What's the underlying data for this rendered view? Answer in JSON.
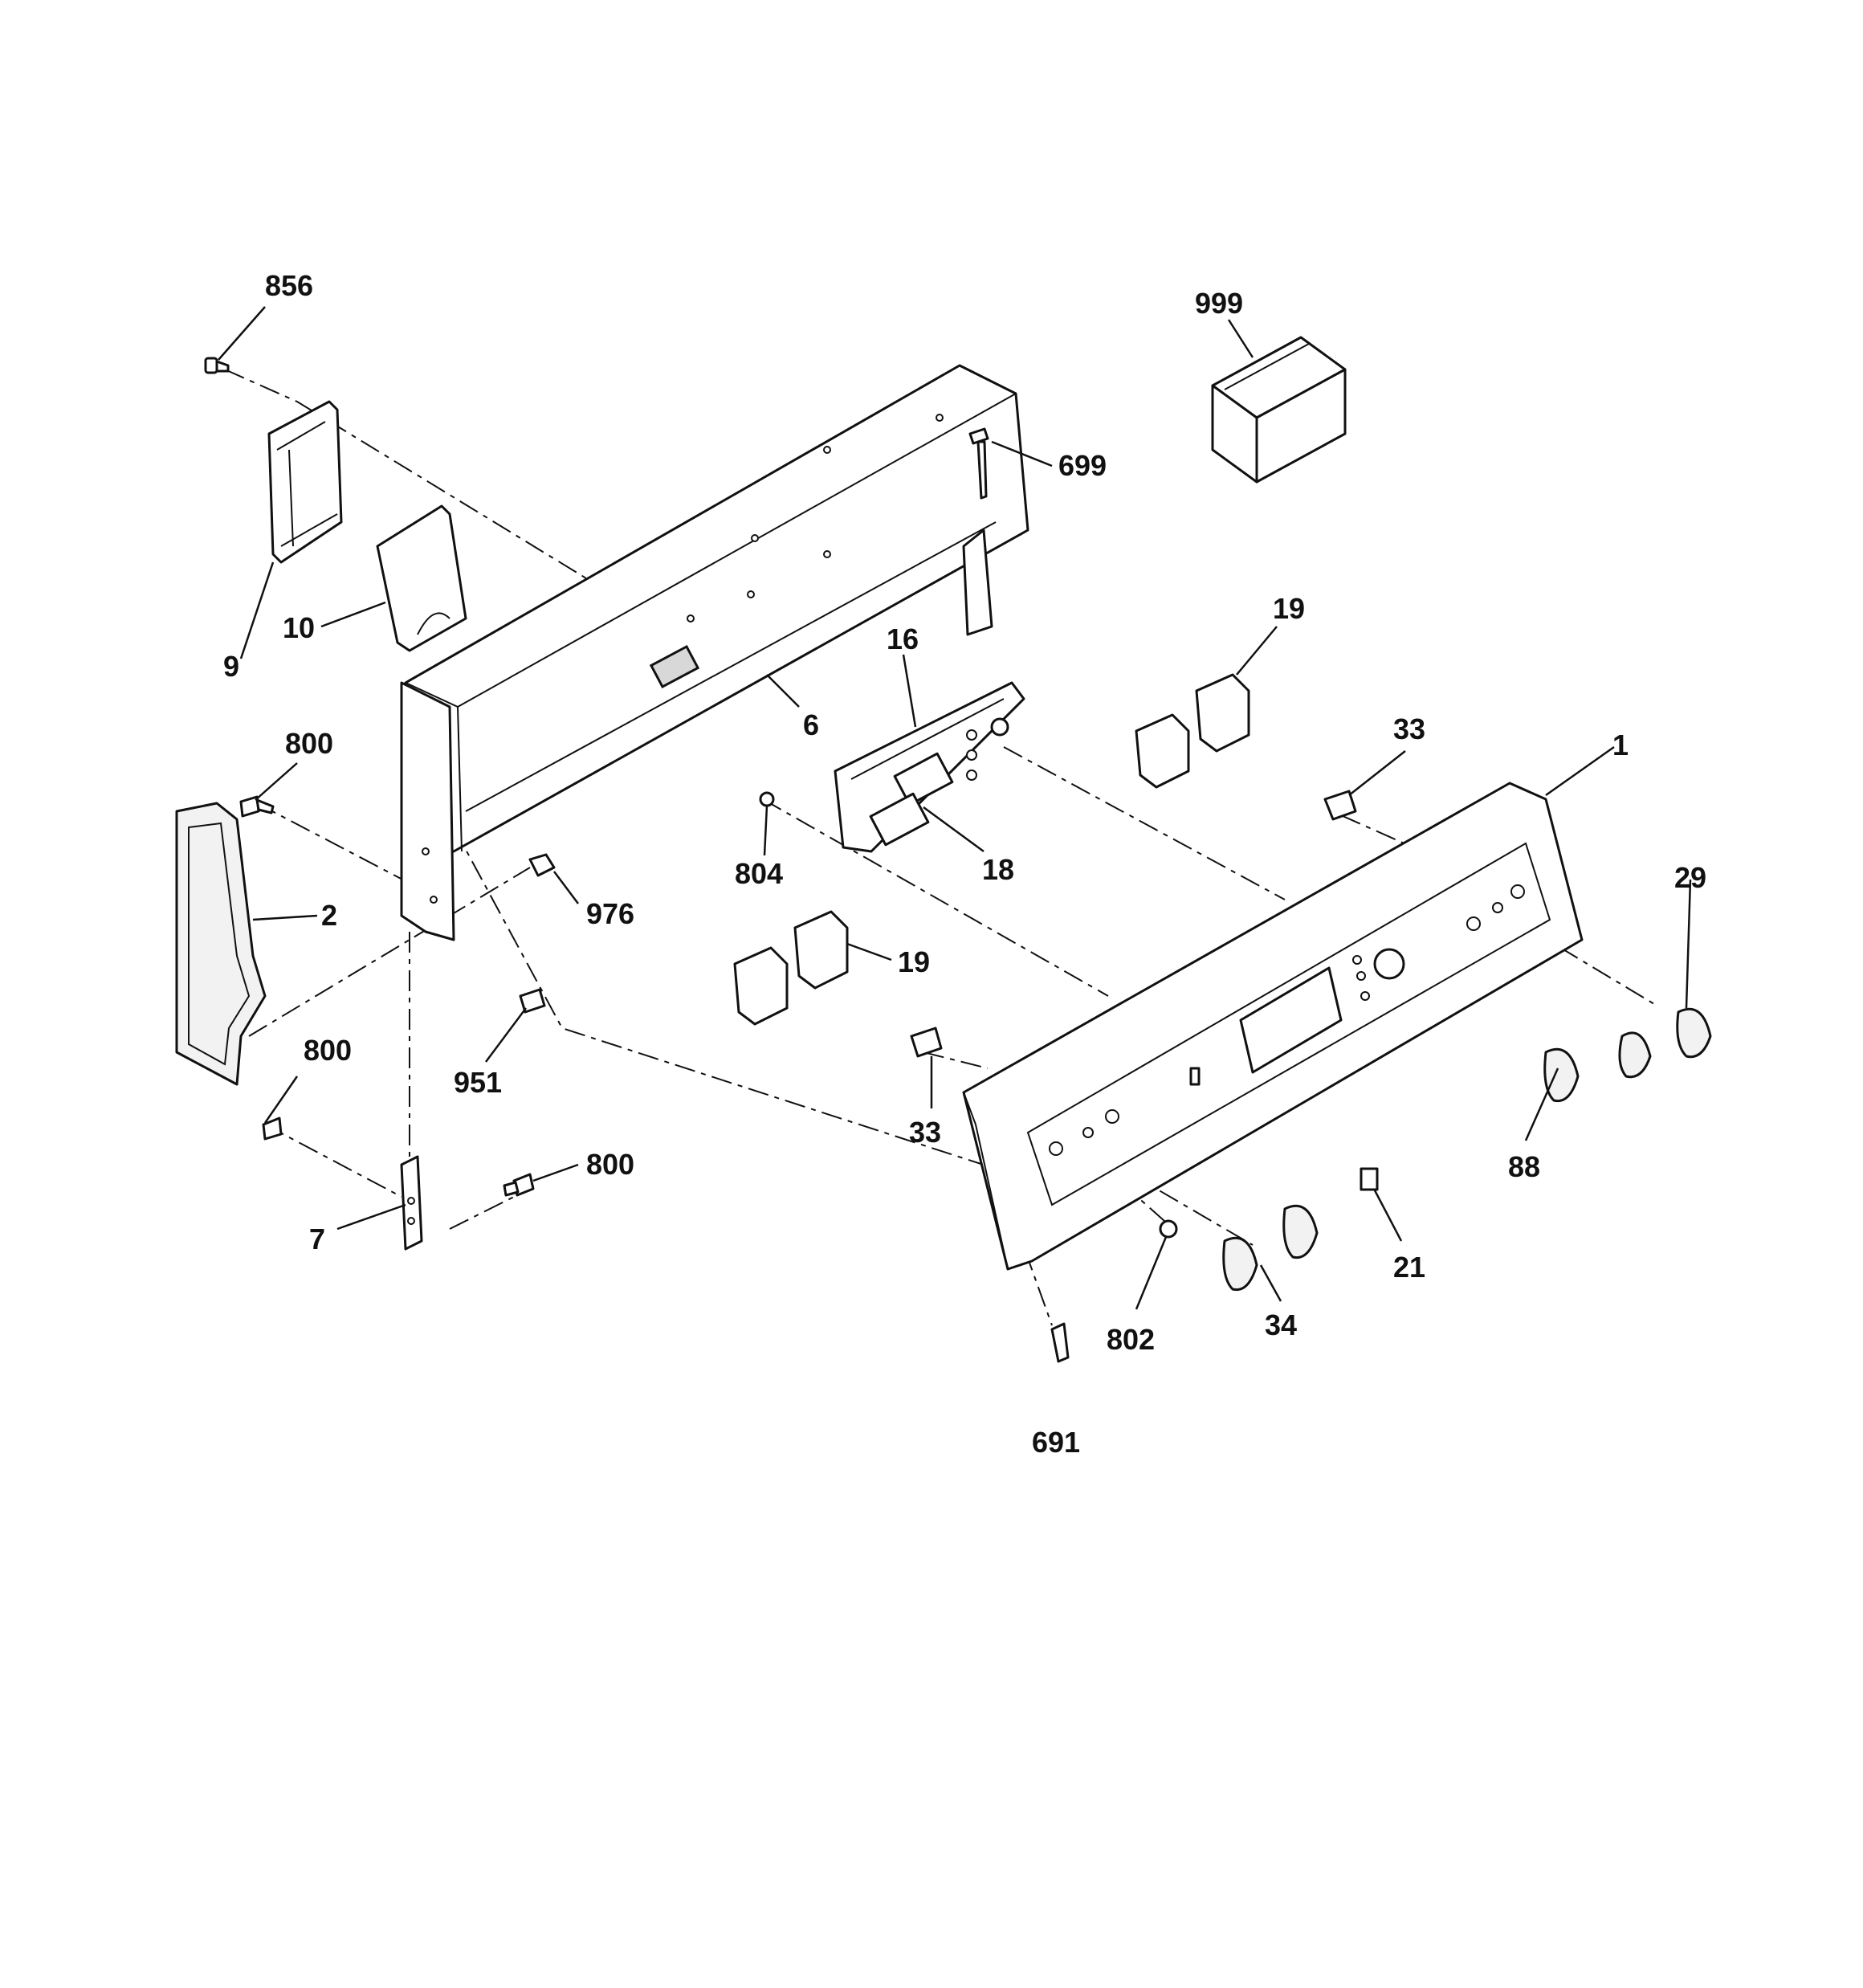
{
  "diagram": {
    "callouts": [
      {
        "id": "c856",
        "text": "856"
      },
      {
        "id": "c9",
        "text": "9"
      },
      {
        "id": "c10",
        "text": "10"
      },
      {
        "id": "c800a",
        "text": "800"
      },
      {
        "id": "c2",
        "text": "2"
      },
      {
        "id": "c800b",
        "text": "800"
      },
      {
        "id": "c7",
        "text": "7"
      },
      {
        "id": "c800c",
        "text": "800"
      },
      {
        "id": "c951",
        "text": "951"
      },
      {
        "id": "c976",
        "text": "976"
      },
      {
        "id": "c6",
        "text": "6"
      },
      {
        "id": "c699",
        "text": "699"
      },
      {
        "id": "c999",
        "text": "999"
      },
      {
        "id": "c16",
        "text": "16"
      },
      {
        "id": "c18",
        "text": "18"
      },
      {
        "id": "c804",
        "text": "804"
      },
      {
        "id": "c19a",
        "text": "19"
      },
      {
        "id": "c19b",
        "text": "19"
      },
      {
        "id": "c33a",
        "text": "33"
      },
      {
        "id": "c33b",
        "text": "33"
      },
      {
        "id": "c1",
        "text": "1"
      },
      {
        "id": "c29",
        "text": "29"
      },
      {
        "id": "c88",
        "text": "88"
      },
      {
        "id": "c21",
        "text": "21"
      },
      {
        "id": "c34",
        "text": "34"
      },
      {
        "id": "c802",
        "text": "802"
      },
      {
        "id": "c691",
        "text": "691"
      }
    ]
  }
}
